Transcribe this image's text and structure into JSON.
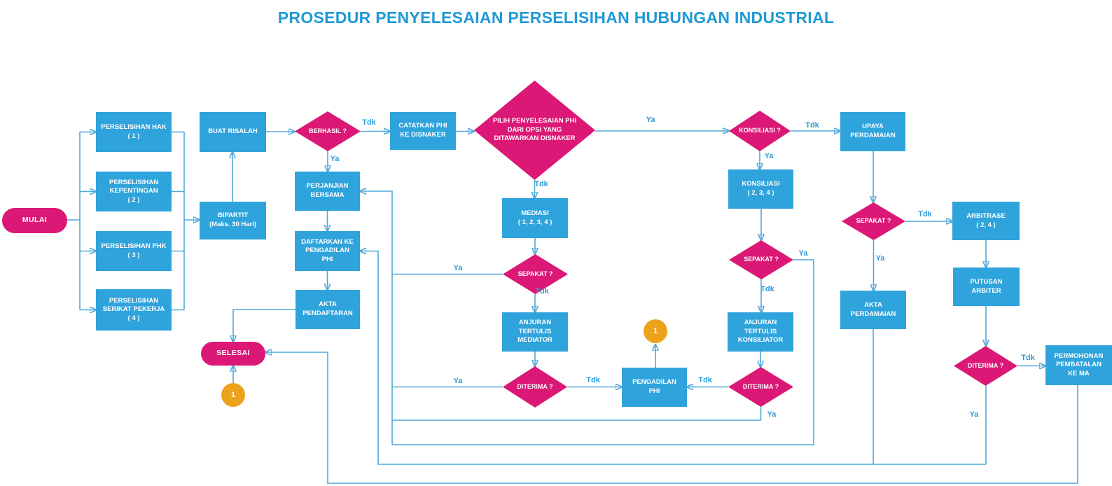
{
  "title": "PROSEDUR PENYELESAIAN PERSELISIHAN HUBUNGAN INDUSTRIAL",
  "colors": {
    "box_blue": "#2fa3db",
    "shape_pink": "#db1875",
    "connector_orange": "#eda21c",
    "line_blue": "#52a9da",
    "edge_label_blue": "#2d9bd6",
    "title_blue": "#1f9ad6"
  },
  "nodes": {
    "mulai": {
      "label": "MULAI"
    },
    "perselisihan_hak": {
      "label": "PERSELISIHAN HAK\n( 1 )"
    },
    "perselisihan_kepentingan": {
      "label": "PERSELISIHAN\nKEPENTINGAN\n( 2 )"
    },
    "perselisihan_phk": {
      "label": "PERSELISIHAN PHK\n( 3 )"
    },
    "perselisihan_serikat_pekerja": {
      "label": "PERSELISIHAN\nSERIKAT PEKERJA\n( 4 )"
    },
    "bipartit": {
      "label": "BIPARTIT\n(Maks. 30 Hari)"
    },
    "buat_risalah": {
      "label": "BUAT RISALAH"
    },
    "berhasil": {
      "label": "BERHASIL ?"
    },
    "catatkan_phi": {
      "label": "CATATKAN PHI\nKE DISNAKER"
    },
    "pilih_penyelesaian": {
      "label": "PILIH PENYELESAIAN PHI\nDARI OPSI YANG\nDITAWARKAN DISNAKER"
    },
    "perjanjian_bersama": {
      "label": "PERJANJIAN\nBERSAMA"
    },
    "daftarkan_ke_phi": {
      "label": "DAFTARKAN KE\nPENGADILAN\nPHI"
    },
    "akta_pendaftaran": {
      "label": "AKTA\nPENDAFTARAN"
    },
    "selesai": {
      "label": "SELESAI"
    },
    "mediasi": {
      "label": "MEDIASI\n( 1, 2, 3, 4 )"
    },
    "sepakat_mediasi": {
      "label": "SEPAKAT ?"
    },
    "anjuran_mediator": {
      "label": "ANJURAN\nTERTULIS\nMEDIATOR"
    },
    "diterima_mediator": {
      "label": "DITERIMA ?"
    },
    "pengadilan_phi": {
      "label": "PENGADILAN\nPHI"
    },
    "konsiliasi_q": {
      "label": "KONSILIASI ?"
    },
    "konsiliasi": {
      "label": "KONSILIASI\n( 2, 3, 4 )"
    },
    "sepakat_konsiliasi": {
      "label": "SEPAKAT ?"
    },
    "anjuran_konsiliator": {
      "label": "ANJURAN\nTERTULIS\nKONSILIATOR"
    },
    "diterima_konsiliator": {
      "label": "DITERIMA ?"
    },
    "upaya_perdamaian": {
      "label": "UPAYA\nPERDAMAIAN"
    },
    "sepakat_perdamaian": {
      "label": "SEPAKAT ?"
    },
    "akta_perdamaian": {
      "label": "AKTA\nPERDAMAIAN"
    },
    "arbitrase": {
      "label": "ARBITRASE\n( 2, 4 )"
    },
    "putusan_arbiter": {
      "label": "PUTUSAN\nARBITER"
    },
    "diterima_arbiter": {
      "label": "DITERIMA ?"
    },
    "permohonan_pembatalan": {
      "label": "PERMOHONAN\nPEMBATALAN\nKE MA"
    },
    "connector_1_selesai": {
      "label": "1"
    },
    "connector_1_pengadilan": {
      "label": "1"
    }
  },
  "edge_labels": {
    "berhasil_tdk": "Tdk",
    "berhasil_ya": "Ya",
    "pilih_ya": "Ya",
    "pilih_tdk": "Tdk",
    "konsiliasi_tdk": "Tdk",
    "konsiliasi_ya": "Ya",
    "sepakat_perdamaian_tdk": "Tdk",
    "sepakat_perdamaian_ya": "Ya",
    "sepakat_mediasi_ya": "Ya",
    "sepakat_mediasi_tdk": "Tdk",
    "sepakat_konsiliasi_ya": "Ya",
    "sepakat_konsiliasi_tdk": "Tdk",
    "diterima_mediator_ya": "Ya",
    "diterima_mediator_tdk": "Tdk",
    "diterima_konsiliator_tdk": "Tdk",
    "diterima_konsiliator_ya": "Ya",
    "diterima_arbiter_tdk": "Tdk",
    "diterima_arbiter_ya": "Ya"
  }
}
